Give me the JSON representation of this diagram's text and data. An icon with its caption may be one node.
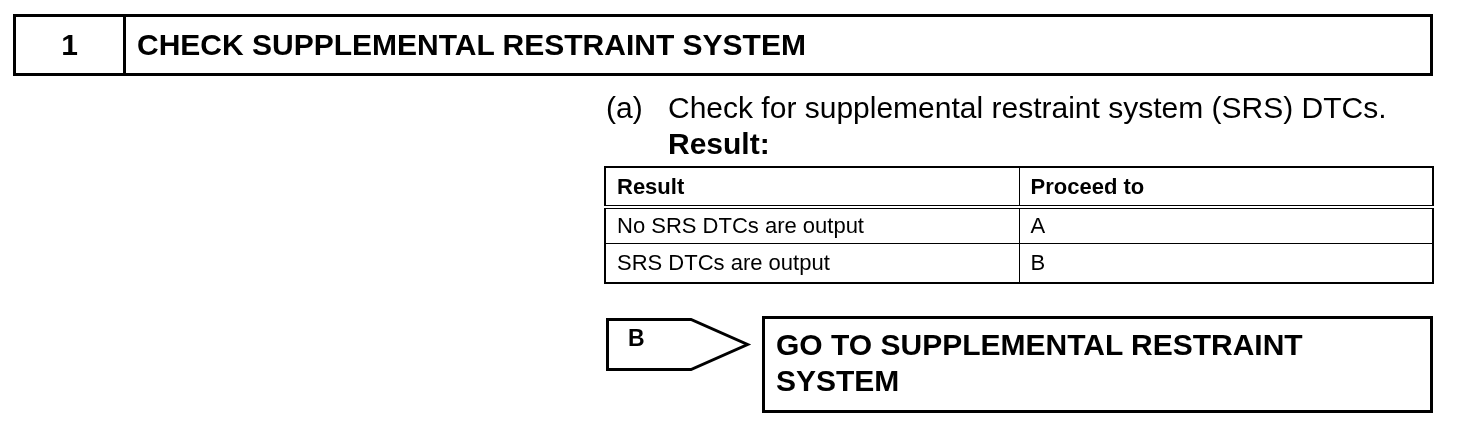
{
  "diagram": {
    "nodes": [
      {
        "text": [
          "1",
          "CHECK SUPPLEMENTAL RESTRAINT SYSTEM"
        ]
      },
      {
        "text": [
          "B"
        ]
      },
      {
        "text": [
          "GO TO SUPPLEMENTAL RESTRAINT SYSTEM"
        ]
      }
    ],
    "labels": [
      "(a)",
      "Check for supplemental restraint system (SRS) DTCs.",
      "Result:",
      "Result",
      "Proceed to",
      "No SRS DTCs are output",
      "A",
      "SRS DTCs are output",
      "B"
    ]
  }
}
